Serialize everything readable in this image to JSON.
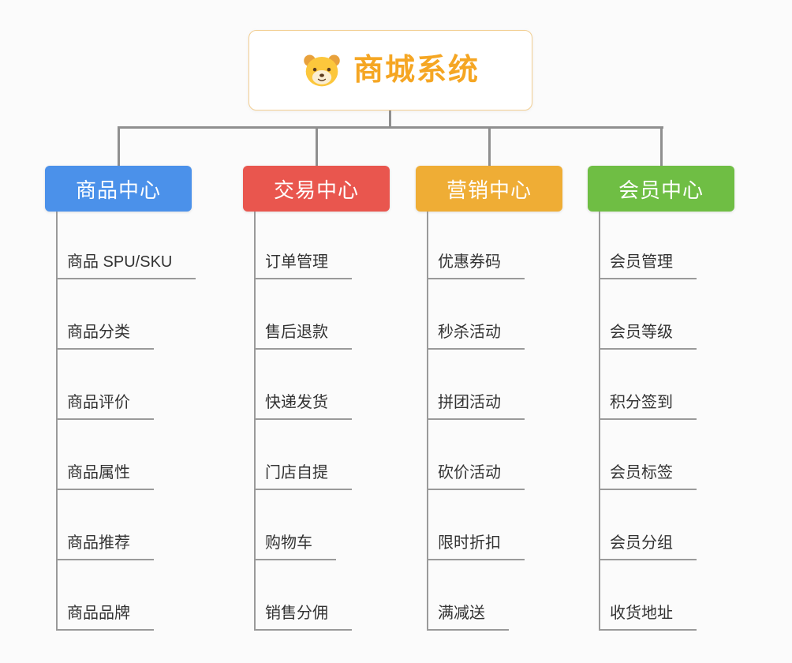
{
  "root": {
    "title": "商城系统"
  },
  "branches": [
    {
      "key": "product",
      "label": "商品中心",
      "color": "#4B91EA",
      "children": [
        "商品 SPU/SKU",
        "商品分类",
        "商品评价",
        "商品属性",
        "商品推荐",
        "商品品牌"
      ]
    },
    {
      "key": "trade",
      "label": "交易中心",
      "color": "#E9564E",
      "children": [
        "订单管理",
        "售后退款",
        "快递发货",
        "门店自提",
        "购物车",
        "销售分佣"
      ]
    },
    {
      "key": "marketing",
      "label": "营销中心",
      "color": "#EFAD35",
      "children": [
        "优惠券码",
        "秒杀活动",
        "拼团活动",
        "砍价活动",
        "限时折扣",
        "满减送"
      ]
    },
    {
      "key": "member",
      "label": "会员中心",
      "color": "#6FBE44",
      "children": [
        "会员管理",
        "会员等级",
        "积分签到",
        "会员标签",
        "会员分组",
        "收货地址"
      ]
    }
  ],
  "colors": {
    "line": "#8f8f8f",
    "underline": "#9a9a9a",
    "title": "#F5A623",
    "root_border": "#F2CE92"
  }
}
